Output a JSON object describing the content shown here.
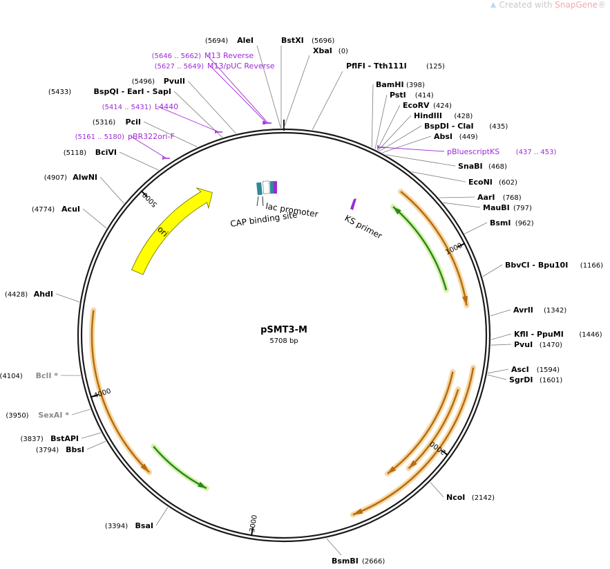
{
  "watermark": {
    "prefix": "Created with ",
    "brand": "SnapGene",
    "suffix": "®"
  },
  "plasmid": {
    "name": "pSMT3-M",
    "size_label": "5708 bp",
    "length": 5708
  },
  "colors": {
    "backbone": "#1a1a1a",
    "primer": "#9d2ad6",
    "ori": "#ffff00",
    "orange_feature": "#b86b12",
    "green_feature": "#2a8a18",
    "feature_glow": "#f5d9a3",
    "green_glow": "#d8f2b0",
    "nonunique_site": "#8a8a8a"
  },
  "ticks": [
    {
      "label": "1000",
      "pos": 1000
    },
    {
      "label": "2000",
      "pos": 2000
    },
    {
      "label": "3000",
      "pos": 3000
    },
    {
      "label": "4000",
      "pos": 4000
    },
    {
      "label": "5000",
      "pos": 5000
    }
  ],
  "enzymes": [
    {
      "name": "AleI",
      "pos": "(5694)",
      "at": 5694
    },
    {
      "name": "BstXI",
      "pos": "(5696)",
      "at": 5696
    },
    {
      "name": "XbaI",
      "pos": "(0)",
      "at": 0
    },
    {
      "name": "PflFI - Tth111I",
      "pos": "(125)",
      "at": 125
    },
    {
      "name": "BamHI",
      "pos": "(398)",
      "at": 398
    },
    {
      "name": "PstI",
      "pos": "(414)",
      "at": 414
    },
    {
      "name": "EcoRV",
      "pos": "(424)",
      "at": 424
    },
    {
      "name": "HindIII",
      "pos": "(428)",
      "at": 428
    },
    {
      "name": "BspDI - ClaI",
      "pos": "(435)",
      "at": 435
    },
    {
      "name": "AbsI",
      "pos": "(449)",
      "at": 449
    },
    {
      "name": "SnaBI",
      "pos": "(468)",
      "at": 468
    },
    {
      "name": "EcoNI",
      "pos": "(602)",
      "at": 602
    },
    {
      "name": "AarI",
      "pos": "(768)",
      "at": 768
    },
    {
      "name": "MauBI",
      "pos": "(797)",
      "at": 797
    },
    {
      "name": "BsmI",
      "pos": "(962)",
      "at": 962
    },
    {
      "name": "BbvCI - Bpu10I",
      "pos": "(1166)",
      "at": 1166
    },
    {
      "name": "AvrII",
      "pos": "(1342)",
      "at": 1342
    },
    {
      "name": "KflI - PpuMI",
      "pos": "(1446)",
      "at": 1446
    },
    {
      "name": "PvuI",
      "pos": "(1470)",
      "at": 1470
    },
    {
      "name": "AscI",
      "pos": "(1594)",
      "at": 1594
    },
    {
      "name": "SgrDI",
      "pos": "(1601)",
      "at": 1601
    },
    {
      "name": "NcoI",
      "pos": "(2142)",
      "at": 2142
    },
    {
      "name": "BsmBI",
      "pos": "(2666)",
      "at": 2666
    },
    {
      "name": "BsaI",
      "pos": "(3394)",
      "at": 3394
    },
    {
      "name": "BbsI",
      "pos": "(3794)",
      "at": 3794
    },
    {
      "name": "BstAPI",
      "pos": "(3837)",
      "at": 3837
    },
    {
      "name": "SexAI *",
      "pos": "(3950)",
      "at": 3950,
      "nonunique": true
    },
    {
      "name": "BclI *",
      "pos": "(4104)",
      "at": 4104,
      "nonunique": true
    },
    {
      "name": "AhdI",
      "pos": "(4428)",
      "at": 4428
    },
    {
      "name": "AcuI",
      "pos": "(4774)",
      "at": 4774
    },
    {
      "name": "AlwNI",
      "pos": "(4907)",
      "at": 4907
    },
    {
      "name": "BciVI",
      "pos": "(5118)",
      "at": 5118
    },
    {
      "name": "PciI",
      "pos": "(5316)",
      "at": 5316
    },
    {
      "name": "BspQI - EarI - SapI",
      "pos": "(5433)",
      "at": 5433
    },
    {
      "name": "PvuII",
      "pos": "(5496)",
      "at": 5496
    }
  ],
  "primers": [
    {
      "name": "M13 Reverse",
      "range": "(5646 .. 5662)",
      "start": 5646,
      "end": 5662
    },
    {
      "name": "M13/pUC Reverse",
      "range": "(5627 .. 5649)",
      "start": 5627,
      "end": 5649
    },
    {
      "name": "L4440",
      "range": "(5414 .. 5431)",
      "start": 5414,
      "end": 5431
    },
    {
      "name": "pBR322ori-F",
      "range": "(5161 .. 5180)",
      "start": 5161,
      "end": 5180
    },
    {
      "name": "pBluescriptKS",
      "range": "(437 .. 453)",
      "start": 437,
      "end": 453
    }
  ],
  "features": [
    {
      "name": "ori",
      "start": 4650,
      "end": 5240,
      "direction": "cw"
    },
    {
      "name": "lac promoter",
      "start": 5380,
      "end": 5460,
      "direction": "cw"
    },
    {
      "name": "CAP binding site",
      "start": 5360,
      "end": 5385,
      "direction": "none"
    },
    {
      "name": "KS primer",
      "start": 600,
      "end": 640,
      "direction": "ccw"
    }
  ]
}
